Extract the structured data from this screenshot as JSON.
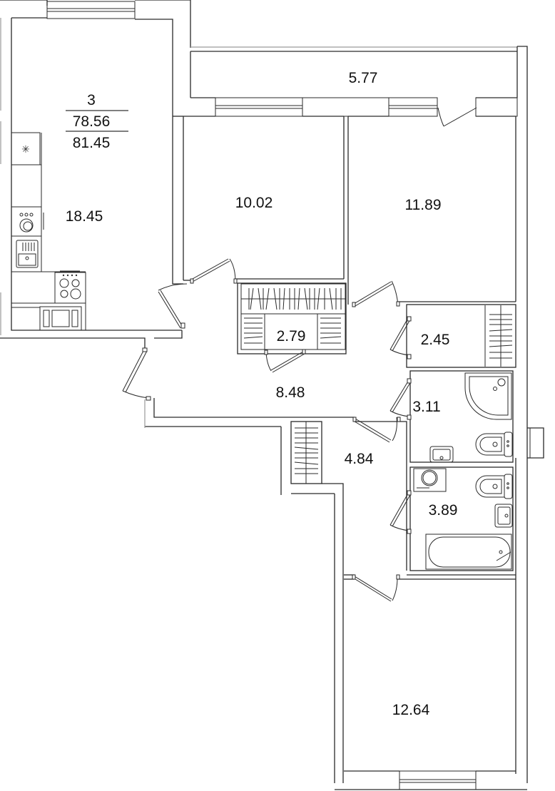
{
  "summary": {
    "rooms_count": "3",
    "living_area": "78.56",
    "total_area": "81.45"
  },
  "rooms": [
    {
      "id": "kitchen-living",
      "area": "18.45"
    },
    {
      "id": "balcony",
      "area": "5.77"
    },
    {
      "id": "bedroom-1",
      "area": "10.02"
    },
    {
      "id": "bedroom-2",
      "area": "11.89"
    },
    {
      "id": "wardrobe-1",
      "area": "2.79"
    },
    {
      "id": "storage",
      "area": "2.45"
    },
    {
      "id": "hallway",
      "area": "8.48"
    },
    {
      "id": "shower-room",
      "area": "3.11"
    },
    {
      "id": "corridor",
      "area": "4.84"
    },
    {
      "id": "bathroom",
      "area": "3.89"
    },
    {
      "id": "bedroom-3",
      "area": "12.64"
    }
  ],
  "fixtures": {
    "kitchen": [
      "fridge-icon",
      "dishwasher-icon",
      "sink-icon",
      "stove-icon",
      "oven-microwave-icon"
    ],
    "shower_room": [
      "corner-shower-icon",
      "toilet-icon",
      "washbasin-icon"
    ],
    "bathroom": [
      "washing-machine-icon",
      "toilet-icon",
      "washbasin-icon",
      "bathtub-icon"
    ]
  },
  "colors": {
    "wall": "#2a2a2a",
    "background": "#ffffff"
  }
}
